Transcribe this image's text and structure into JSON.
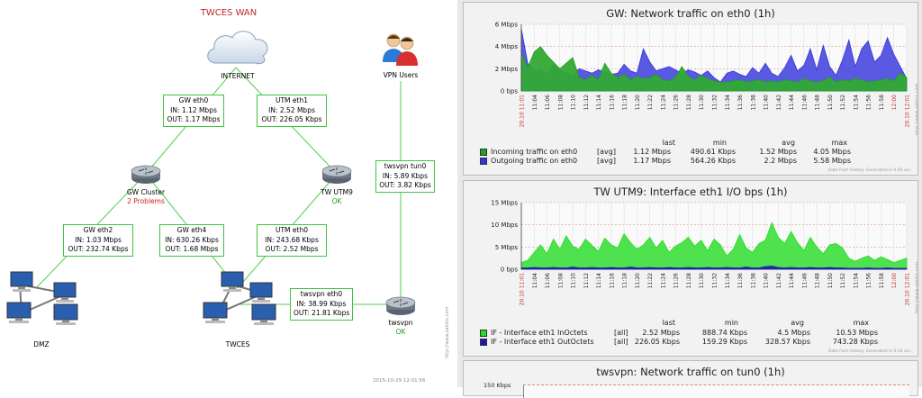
{
  "map": {
    "title": "TWCES WAN",
    "nodes": {
      "internet": "INTERNET",
      "vpn_users": "VPN Users",
      "gw_cluster": "GW Cluster",
      "gw_cluster_status": "2 Problems",
      "tw_utm9": "TW UTM9",
      "tw_utm9_status": "OK",
      "dmz": "DMZ",
      "twces": "TWCES",
      "twsvpn": "twsvpn",
      "twsvpn_status": "OK"
    },
    "links": {
      "gw_eth0": [
        "GW eth0",
        "IN: 1.12 Mbps",
        "OUT: 1.17 Mbps"
      ],
      "utm_eth1": [
        "UTM eth1",
        "IN: 2.52 Mbps",
        "OUT: 226.05 Kbps"
      ],
      "twsvpn_tun0": [
        "twsvpn tun0",
        "IN: 5.89 Kbps",
        "OUT: 3.82 Kbps"
      ],
      "gw_eth2": [
        "GW eth2",
        "IN: 1.03 Mbps",
        "OUT: 232.74 Kbps"
      ],
      "gw_eth4": [
        "GW eth4",
        "IN: 630.26 Kbps",
        "OUT: 1.68 Mbps"
      ],
      "utm_eth0": [
        "UTM eth0",
        "IN: 243.68 Kbps",
        "OUT: 2.52 Mbps"
      ],
      "twsvpn_eth0": [
        "twsvpn eth0",
        "IN: 38.99 Kbps",
        "OUT: 21.81 Kbps"
      ]
    },
    "side_url": "http://www.zabbix.com",
    "timestamp": "2015-10-29 12:01:56"
  },
  "graphs": {
    "time_labels": [
      "20.10 11:01",
      "11:04",
      "11:06",
      "11:08",
      "11:10",
      "11:12",
      "11:14",
      "11:16",
      "11:18",
      "11:20",
      "11:22",
      "11:24",
      "11:26",
      "11:28",
      "11:30",
      "11:32",
      "11:34",
      "11:36",
      "11:38",
      "11:40",
      "11:42",
      "11:44",
      "11:46",
      "11:48",
      "11:50",
      "11:52",
      "11:54",
      "11:56",
      "11:58",
      "12:00",
      "20.10 12:01"
    ],
    "legend_header": {
      "last": "last",
      "min": "min",
      "avg": "avg",
      "max": "max"
    },
    "footnote": "Data from history. Generated in 0.45 sec.",
    "footnote2": "Data from history. Generated in 0.14 sec.",
    "side_url": "http://www.zabbix.com"
  },
  "chart_data": [
    {
      "type": "area",
      "title": "GW: Network traffic on eth0 (1h)",
      "y_ticks": [
        "6 Mbps",
        "4 Mbps",
        "2 Mbps",
        "0 bps"
      ],
      "ylim": [
        0,
        6
      ],
      "series": [
        {
          "name": "Incoming traffic on eth0",
          "color": "#1fa01f",
          "agg": "[avg]",
          "last": "1.12 Mbps",
          "min": "490.61 Kbps",
          "avg": "1.52 Mbps",
          "max": "4.05 Mbps",
          "values": [
            3.4,
            2.1,
            3.5,
            4.0,
            3.2,
            2.6,
            2.0,
            2.5,
            3.0,
            1.2,
            1.0,
            1.4,
            1.0,
            2.5,
            1.6,
            1.2,
            1.5,
            1.0,
            1.3,
            1.1,
            1.2,
            1.5,
            1.0,
            0.9,
            1.2,
            2.2,
            1.3,
            1.0,
            1.4,
            1.1,
            0.9,
            0.8,
            0.8,
            0.9,
            1.0,
            0.8,
            0.9,
            1.0,
            0.8,
            0.9,
            0.8,
            1.0,
            0.9,
            0.8,
            1.1,
            0.9,
            0.8,
            0.9,
            1.2,
            0.8,
            1.0,
            0.9,
            1.1,
            1.0,
            0.8,
            0.9,
            1.0,
            1.1,
            0.9,
            1.6,
            1.2
          ]
        },
        {
          "name": "Outgoing traffic on eth0",
          "color": "#3333dd",
          "agg": "[avg]",
          "last": "1.17 Mbps",
          "min": "564.26 Kbps",
          "avg": "2.2 Mbps",
          "max": "5.58 Mbps",
          "values": [
            5.6,
            2.5,
            1.8,
            2.0,
            1.5,
            2.4,
            1.8,
            1.6,
            1.4,
            2.0,
            1.8,
            1.6,
            1.9,
            1.7,
            1.5,
            1.6,
            2.4,
            1.8,
            1.6,
            3.8,
            2.6,
            1.8,
            2.0,
            2.2,
            1.9,
            1.6,
            1.9,
            1.7,
            1.4,
            1.8,
            1.2,
            0.8,
            1.6,
            1.8,
            1.5,
            1.3,
            2.1,
            1.6,
            2.5,
            1.6,
            1.3,
            2.1,
            3.2,
            1.8,
            2.3,
            3.8,
            1.9,
            4.1,
            2.2,
            1.4,
            2.8,
            4.6,
            2.2,
            3.8,
            4.5,
            2.6,
            3.2,
            4.8,
            3.3,
            2.2,
            1.1
          ]
        }
      ]
    },
    {
      "type": "area",
      "title": "TW UTM9: Interface eth1 I/O bps (1h)",
      "y_ticks": [
        "15 Mbps",
        "10 Mbps",
        "5 Mbps",
        "0 bps"
      ],
      "ylim": [
        0,
        15
      ],
      "series": [
        {
          "name": "IF - Interface eth1 InOctets",
          "color": "#22dd22",
          "agg": "[all]",
          "last": "2.52 Mbps",
          "min": "888.74 Kbps",
          "avg": "4.5 Mbps",
          "max": "10.53 Mbps",
          "values": [
            1.5,
            2.0,
            3.8,
            5.5,
            3.5,
            6.8,
            4.5,
            7.5,
            5.2,
            4.5,
            6.8,
            5.4,
            4.0,
            7.0,
            5.5,
            4.8,
            8.0,
            6.0,
            4.5,
            5.5,
            7.2,
            4.8,
            6.5,
            3.8,
            5.2,
            6.0,
            7.2,
            5.2,
            6.5,
            4.2,
            6.8,
            5.5,
            3.0,
            4.5,
            7.8,
            4.8,
            3.8,
            5.8,
            6.5,
            10.5,
            7.2,
            5.8,
            8.5,
            6.0,
            4.2,
            7.2,
            5.0,
            3.5,
            5.5,
            5.8,
            4.8,
            2.5,
            1.8,
            2.5,
            3.0,
            2.0,
            2.8,
            2.2,
            1.5,
            2.0,
            2.5
          ]
        },
        {
          "name": "IF - Interface eth1 OutOctets",
          "color": "#1a1aaa",
          "agg": "[all]",
          "last": "226.05 Kbps",
          "min": "159.29 Kbps",
          "avg": "328.57 Kbps",
          "max": "743.28 Kbps",
          "values": [
            0.3,
            0.3,
            0.4,
            0.3,
            0.3,
            0.4,
            0.3,
            0.3,
            0.5,
            0.3,
            0.3,
            0.4,
            0.3,
            0.3,
            0.4,
            0.3,
            0.3,
            0.5,
            0.3,
            0.3,
            0.4,
            0.3,
            0.3,
            0.4,
            0.3,
            0.3,
            0.4,
            0.3,
            0.3,
            0.4,
            0.3,
            0.3,
            0.4,
            0.3,
            0.3,
            0.5,
            0.3,
            0.3,
            0.6,
            0.7,
            0.4,
            0.3,
            0.4,
            0.3,
            0.3,
            0.4,
            0.3,
            0.3,
            0.4,
            0.3,
            0.3,
            0.2,
            0.2,
            0.2,
            0.3,
            0.2,
            0.2,
            0.3,
            0.2,
            0.2,
            0.2
          ]
        }
      ]
    },
    {
      "type": "area",
      "title": "twsvpn: Network traffic on tun0 (1h)",
      "y_ticks": [
        "150 Kbps"
      ],
      "series": []
    }
  ]
}
